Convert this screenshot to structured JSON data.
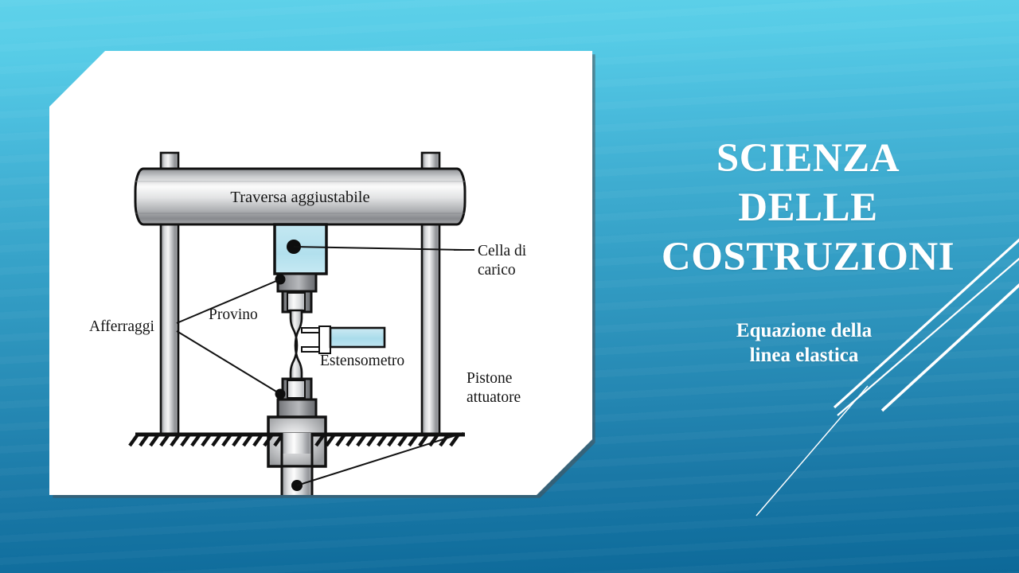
{
  "slide": {
    "background": {
      "gradient_from": "#5fd2ea",
      "gradient_to": "#0d6898"
    },
    "title": {
      "line1": "SCIENZA",
      "line2": "DELLE",
      "line3": "COSTRUZIONI",
      "color": "#ffffff"
    },
    "subtitle": {
      "line1": "Equazione della",
      "line2": "linea elastica",
      "color": "#ffffff"
    },
    "decoration": {
      "streak_color": "#ffffff",
      "streak_count": 4
    }
  },
  "picture_card": {
    "background": "#ffffff",
    "figure": {
      "kind": "tensile-testing-machine-diagram",
      "accent_color": "#b9e4ef",
      "line_color": "#1a1a1a",
      "labels": {
        "crosshead": "Traversa aggiustabile",
        "load_cell": "Cella di\ncarico",
        "load_cell_line1": "Cella di",
        "load_cell_line2": "carico",
        "grips": "Afferraggi",
        "specimen": "Provino",
        "extensometer": "Estensometro",
        "actuator_piston_line1": "Pistone",
        "actuator_piston_line2": "attuatore"
      }
    }
  }
}
